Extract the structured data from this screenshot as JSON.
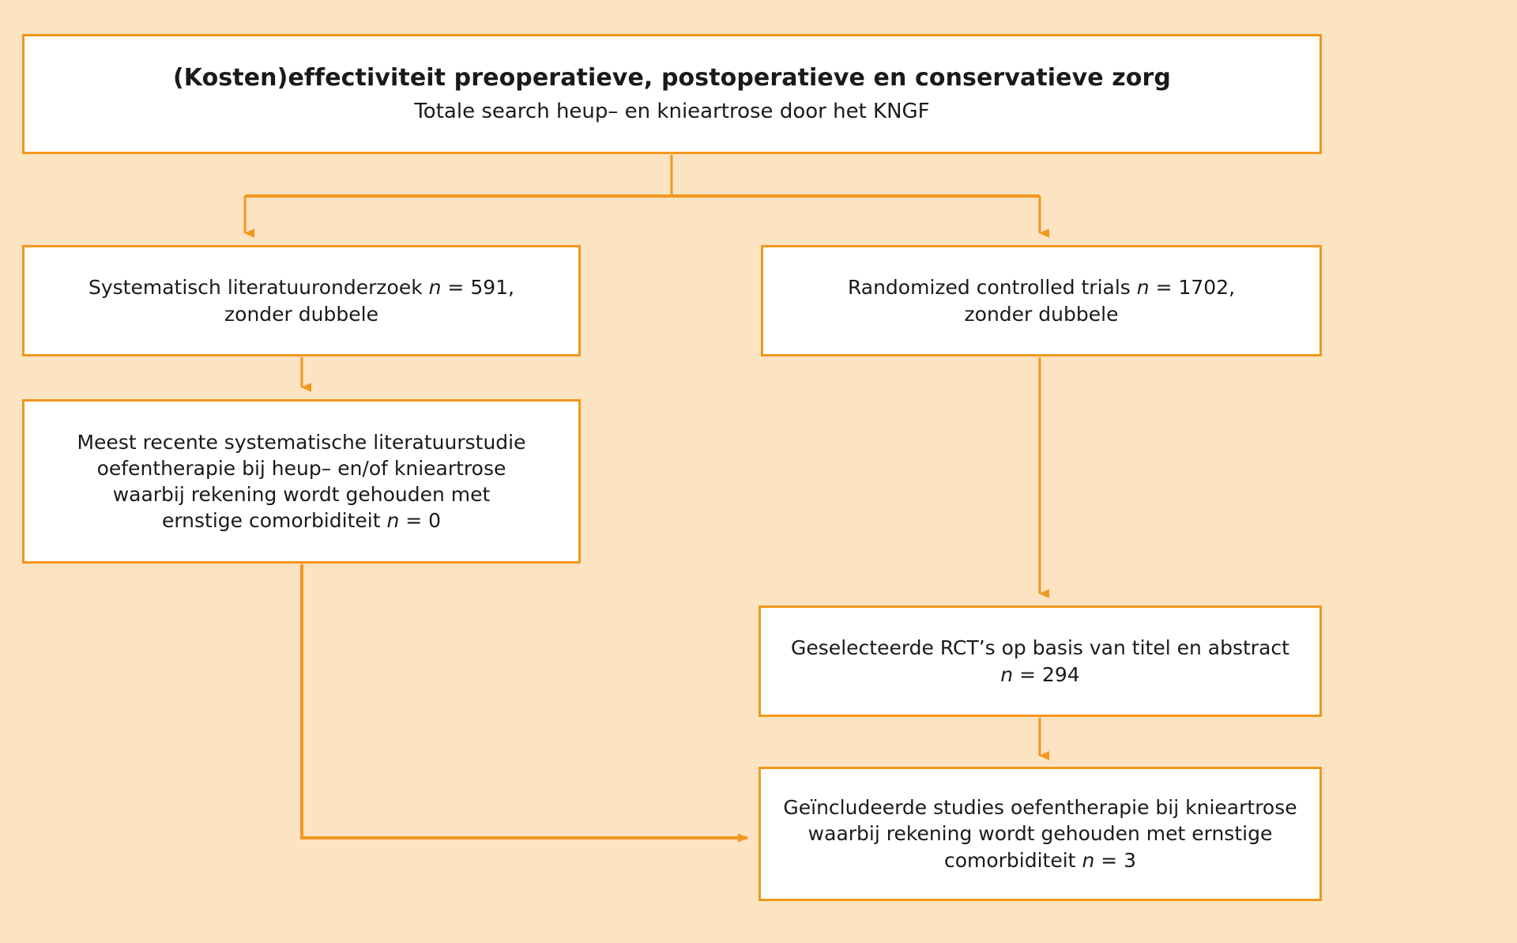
{
  "colors": {
    "background": "#fce3c2",
    "stroke": "#f2971e",
    "node_fill": "#ffffff",
    "text": "#1a1a1a"
  },
  "title_node": {
    "heading": "(Kosten)effectiviteit preoperatieve, postoperatieve en conservatieve zorg",
    "subheading": "Totale search heup– en knieartrose door het KNGF"
  },
  "nodes": {
    "systematic_literature": {
      "line1_pre": "Systematisch literatuuronderzoek ",
      "line1_var": "n",
      "line1_post": " = 591,",
      "line2": "zonder dubbele"
    },
    "randomized_controlled_trials": {
      "line1_pre": "Randomized controlled trials ",
      "line1_var": "n",
      "line1_post": " = 1702,",
      "line2": "zonder dubbele"
    },
    "most_recent_review": {
      "line1": "Meest recente systematische literatuurstudie",
      "line2": "oefentherapie bij heup– en/of knieartrose",
      "line3": "waarbij rekening wordt gehouden met",
      "line4_pre": "ernstige comorbiditeit ",
      "line4_var": "n",
      "line4_post": " = 0"
    },
    "selected_rcts": {
      "line1": "Geselecteerde RCT’s op basis van titel en abstract",
      "line2_var": "n",
      "line2_post": " = 294"
    },
    "included_studies": {
      "line1": "Geïncludeerde studies oefentherapie bij knieartrose",
      "line2": "waarbij rekening wordt gehouden met ernstige",
      "line3_pre": "comorbiditeit ",
      "line3_var": "n",
      "line3_post": " = 3"
    }
  },
  "connectors": [
    {
      "name": "title-to-split",
      "from": "title_node",
      "to": "split-bar"
    },
    {
      "name": "split-to-systematic-literature",
      "from": "split-bar",
      "to": "systematic_literature"
    },
    {
      "name": "split-to-randomized-controlled-trials",
      "from": "split-bar",
      "to": "randomized_controlled_trials"
    },
    {
      "name": "systematic-literature-to-most-recent-review",
      "from": "systematic_literature",
      "to": "most_recent_review"
    },
    {
      "name": "randomized-controlled-trials-to-selected-rcts",
      "from": "randomized_controlled_trials",
      "to": "selected_rcts"
    },
    {
      "name": "selected-rcts-to-included-studies",
      "from": "selected_rcts",
      "to": "included_studies"
    },
    {
      "name": "most-recent-review-to-included-studies",
      "from": "most_recent_review",
      "to": "included_studies"
    }
  ]
}
